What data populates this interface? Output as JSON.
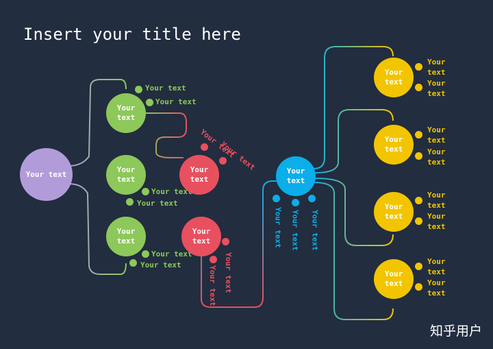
{
  "title": "Insert your title here",
  "colors": {
    "background": "#222d3f",
    "purple": "#b19cd9",
    "green": "#8dc85a",
    "red": "#e8505f",
    "blue": "#0baee8",
    "yellow": "#f2c500"
  },
  "root": {
    "label": "Your text"
  },
  "green_nodes": [
    {
      "line1": "Your",
      "line2": "text",
      "labels": [
        "Your text",
        "Your text"
      ]
    },
    {
      "line1": "Your",
      "line2": "text",
      "labels": [
        "Your text",
        "Your text"
      ]
    },
    {
      "line1": "Your",
      "line2": "text",
      "labels": [
        "Your text",
        "Your text"
      ]
    }
  ],
  "red_nodes": [
    {
      "line1": "Your",
      "line2": "text",
      "labels": [
        "Your text",
        "Your text"
      ]
    },
    {
      "line1": "Your",
      "line2": "text",
      "labels": [
        "Your text",
        "Your text"
      ]
    }
  ],
  "blue_node": {
    "line1": "Your",
    "line2": "text",
    "labels": [
      "Your text",
      "Your text",
      "Your text"
    ]
  },
  "yellow_nodes": [
    {
      "line1": "Your",
      "line2": "text",
      "label1a": "Your",
      "label1b": "text",
      "label2a": "Your",
      "label2b": "text"
    },
    {
      "line1": "Your",
      "line2": "text",
      "label1a": "Your",
      "label1b": "text",
      "label2a": "Your",
      "label2b": "text"
    },
    {
      "line1": "Your",
      "line2": "text",
      "label1a": "Your",
      "label1b": "text",
      "label2a": "Your",
      "label2b": "text"
    },
    {
      "line1": "Your",
      "line2": "text",
      "label1a": "Your",
      "label1b": "text",
      "label2a": "Your",
      "label2b": "text"
    }
  ],
  "watermark": "知乎用户"
}
